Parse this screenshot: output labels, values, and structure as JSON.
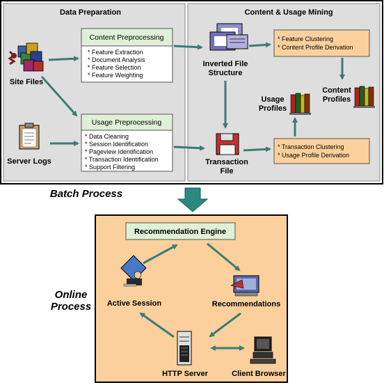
{
  "batch": {
    "label": "Batch Process",
    "data_preparation": {
      "title": "Data Preparation",
      "site_files": "Site Files",
      "server_logs": "Server Logs",
      "content_preprocessing": {
        "title": "Content Preprocessing",
        "items": [
          "* Feature Extraction",
          "* Document Analysis",
          "* Feature Selection",
          "* Feature Weighting"
        ]
      },
      "usage_preprocessing": {
        "title": "Usage Preprocessing",
        "items": [
          "* Data Cleaning",
          "* Session Identification",
          "* Pageview Identification",
          "* Transaction Identification",
          "* Support Filtering"
        ]
      }
    },
    "content_usage_mining": {
      "title": "Content & Usage Mining",
      "inverted_file": [
        "Inverted File",
        "Structure"
      ],
      "transaction_file": [
        "Transaction",
        "File"
      ],
      "content_mining_box": [
        "* Feature Clustering",
        "* Content Profile Derivation"
      ],
      "usage_mining_box": [
        "* Transaction Clustering",
        "* Usage Profile Derivation"
      ],
      "usage_profiles": [
        "Usage",
        "Profiles"
      ],
      "content_profiles": [
        "Content",
        "Profiles"
      ]
    }
  },
  "online": {
    "label": [
      "Online",
      "Process"
    ],
    "recommendation_engine": "Recommendation Engine",
    "active_session": "Active Session",
    "recommendations": "Recommendations",
    "http_server": "HTTP Server",
    "client_browser": "Client Browser"
  },
  "colors": {
    "panel_gray": "#dedede",
    "box_green": "#dff0d8",
    "box_orange": "#fbd09c",
    "arrow_teal": "#3a7d74"
  }
}
